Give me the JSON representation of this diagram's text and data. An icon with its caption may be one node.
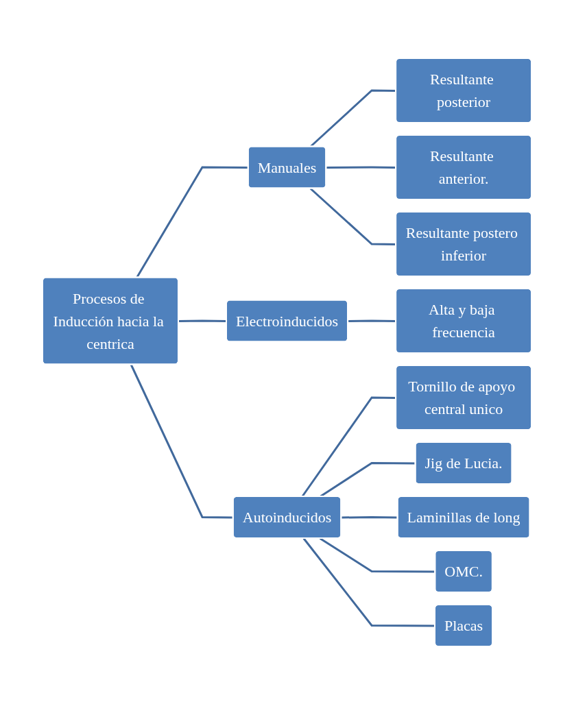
{
  "diagram": {
    "nodes": [
      {
        "text": [
          "Procesos de Inducción hacia la centrica"
        ]
      },
      {
        "text": [
          "Manuales"
        ]
      },
      {
        "text": [
          "Resultante posterior"
        ]
      },
      {
        "text": [
          "Resultante anterior."
        ]
      },
      {
        "text": [
          "Resultante postero inferior"
        ]
      },
      {
        "text": [
          "Electroinducidos"
        ]
      },
      {
        "text": [
          "Alta y baja frecuencia"
        ]
      },
      {
        "text": [
          "Autoinducidos"
        ]
      },
      {
        "text": [
          "Tornillo de apoyo central unico"
        ]
      },
      {
        "text": [
          "Jig de Lucia."
        ]
      },
      {
        "text": [
          "Laminillas de long"
        ]
      },
      {
        "text": [
          "OMC."
        ]
      },
      {
        "text": [
          "Placas"
        ]
      }
    ],
    "edges": [
      {
        "from": 0,
        "to": 1,
        "arrow": "none"
      },
      {
        "from": 0,
        "to": 5,
        "arrow": "none"
      },
      {
        "from": 0,
        "to": 7,
        "arrow": "none"
      },
      {
        "from": 1,
        "to": 2,
        "arrow": "none"
      },
      {
        "from": 1,
        "to": 3,
        "arrow": "none"
      },
      {
        "from": 1,
        "to": 4,
        "arrow": "none"
      },
      {
        "from": 5,
        "to": 6,
        "arrow": "none"
      },
      {
        "from": 7,
        "to": 8,
        "arrow": "none"
      },
      {
        "from": 7,
        "to": 9,
        "arrow": "none"
      },
      {
        "from": 7,
        "to": 10,
        "arrow": "none"
      },
      {
        "from": 7,
        "to": 11,
        "arrow": "none"
      },
      {
        "from": 7,
        "to": 12,
        "arrow": "none"
      }
    ]
  }
}
